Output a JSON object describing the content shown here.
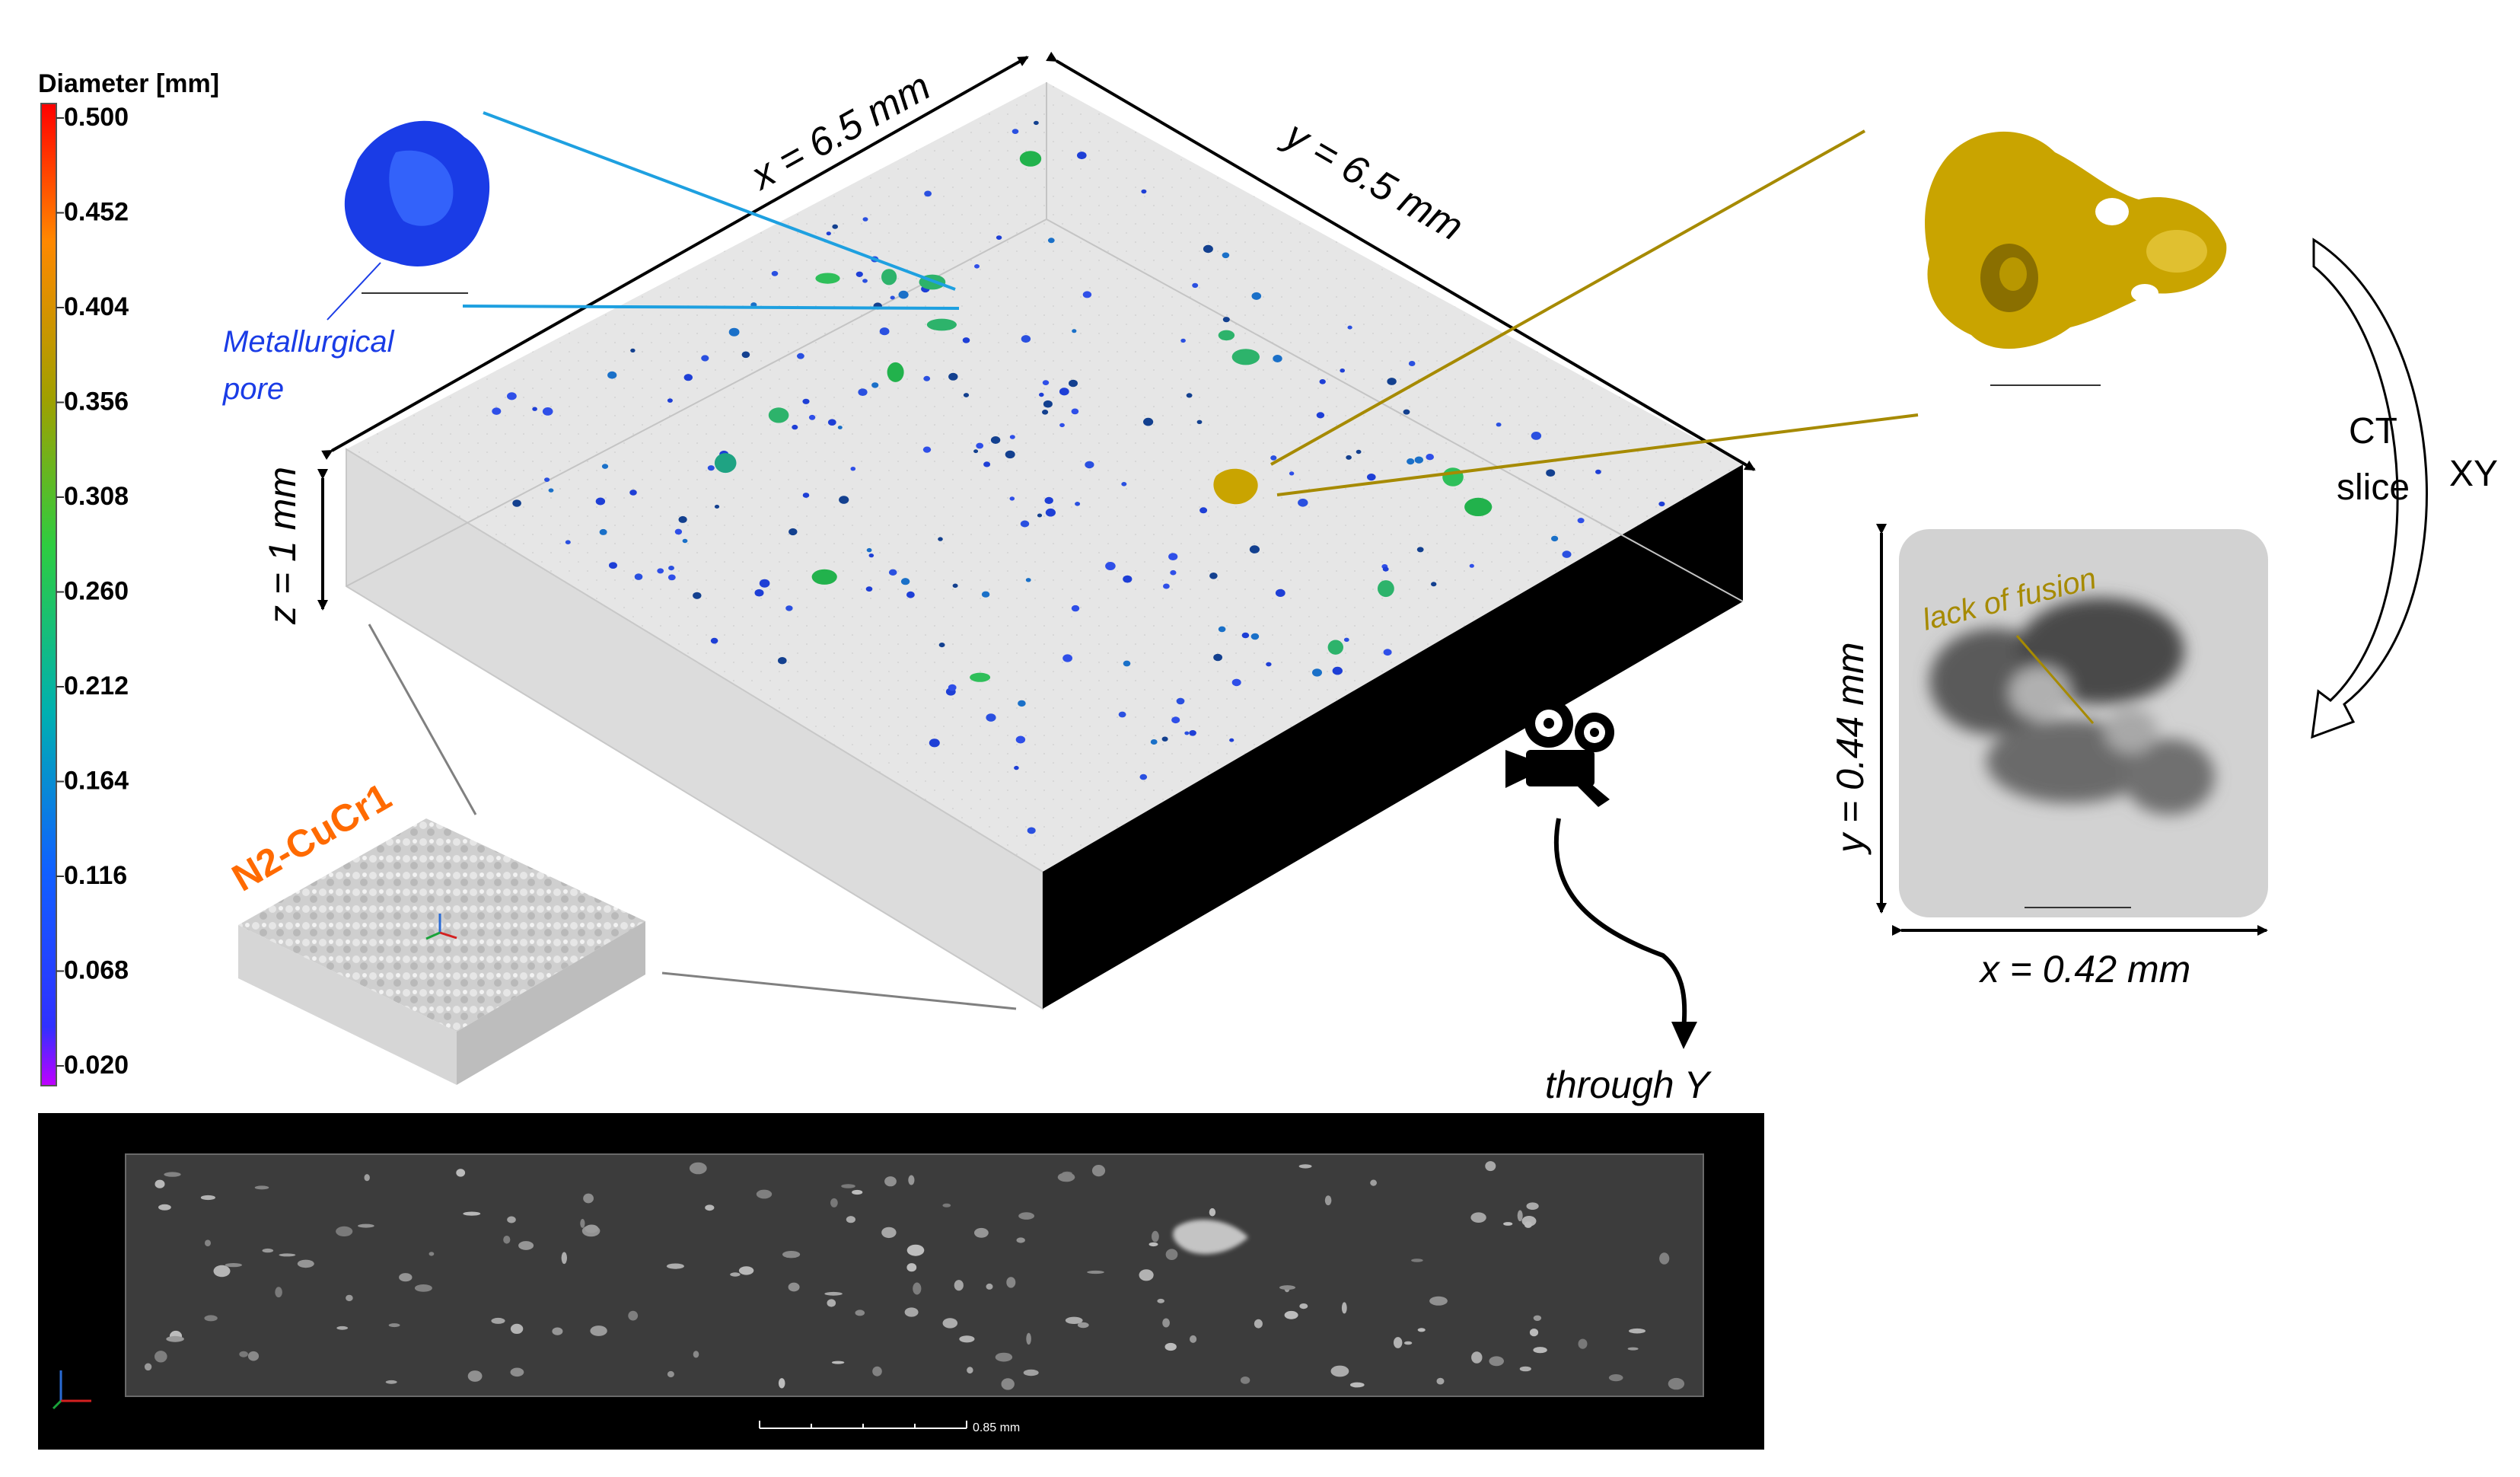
{
  "legend": {
    "title": "Diameter [mm]",
    "ticks": [
      "0.500",
      "0.452",
      "0.404",
      "0.356",
      "0.308",
      "0.260",
      "0.212",
      "0.164",
      "0.116",
      "0.068",
      "0.020"
    ],
    "gradient_colors": [
      "#ff0000",
      "#ff8800",
      "#a0a000",
      "#2ecc40",
      "#00b0b0",
      "#1060ff",
      "#3030ff",
      "#c000ff"
    ]
  },
  "block": {
    "x_dim": "x = 6.5 mm",
    "y_dim": "y = 6.5 mm",
    "z_dim": "z = 1 mm"
  },
  "metallurgical_pore": {
    "label_line1": "Metallurgical",
    "label_line2": "pore",
    "color": "#1a3ce6"
  },
  "lack_of_fusion_3d": {
    "color": "#c9a400"
  },
  "ct_arrow": {
    "label_line1": "CT",
    "label_line2": "slice",
    "plane": "XY"
  },
  "ct_slice": {
    "annotation": "lack of fusion",
    "y_dim": "y = 0.44 mm",
    "x_dim": "x = 0.42 mm"
  },
  "sample": {
    "name": "N2-CuCr1",
    "name_color": "#ff6a00"
  },
  "camera": {
    "label": "through Y"
  },
  "y_slice": {
    "scale_label": "0.85 mm"
  }
}
